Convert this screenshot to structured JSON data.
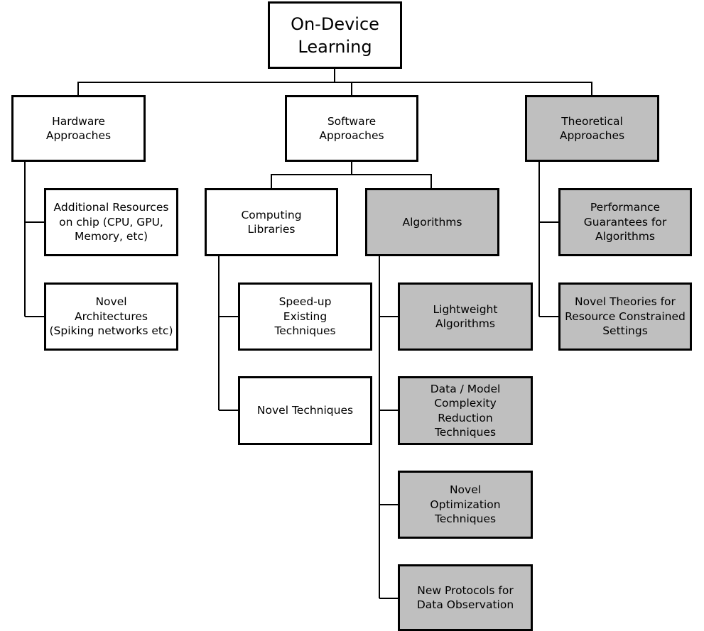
{
  "diagram": {
    "root": {
      "label": "On-Device\nLearning"
    },
    "hardware": {
      "label": "Hardware\nApproaches",
      "children": [
        {
          "label": "Additional Resources\non chip (CPU, GPU,\nMemory, etc)"
        },
        {
          "label": "Novel\nArchitectures\n(Spiking networks etc)"
        }
      ]
    },
    "software": {
      "label": "Software\nApproaches",
      "computing_libraries": {
        "label": "Computing\nLibraries",
        "children": [
          {
            "label": "Speed-up\nExisting\nTechniques"
          },
          {
            "label": "Novel Techniques"
          }
        ]
      },
      "algorithms": {
        "label": "Algorithms",
        "children": [
          {
            "label": "Lightweight\nAlgorithms"
          },
          {
            "label": "Data / Model\nComplexity\nReduction\nTechniques"
          },
          {
            "label": "Novel\nOptimization\nTechniques"
          },
          {
            "label": "New Protocols for\nData Observation"
          }
        ]
      }
    },
    "theoretical": {
      "label": "Theoretical\nApproaches",
      "children": [
        {
          "label": "Performance\nGuarantees for\nAlgorithms"
        },
        {
          "label": "Novel Theories for\nResource Constrained\nSettings"
        }
      ]
    }
  },
  "colors": {
    "line": "#000000",
    "box_fill": "#ffffff",
    "shaded_fill": "#bfbfbf"
  }
}
